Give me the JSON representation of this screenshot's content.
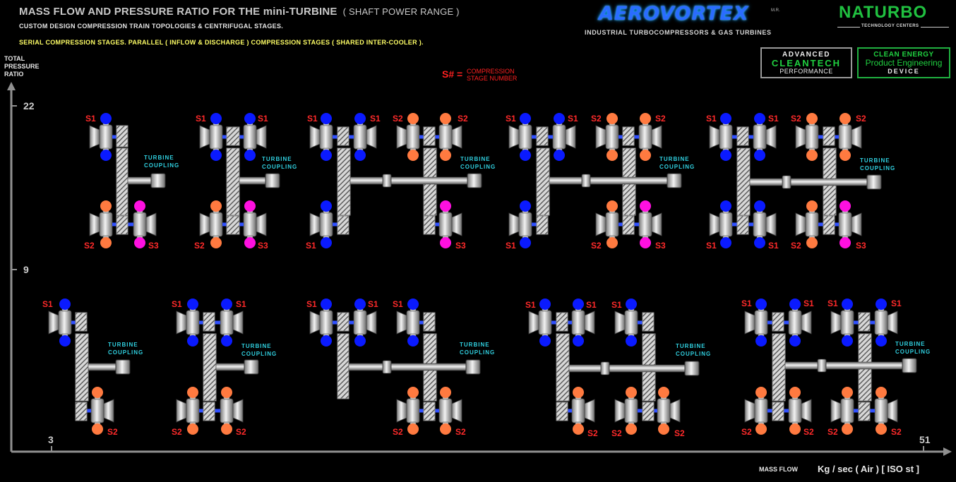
{
  "header": {
    "title": "MASS FLOW AND PRESSURE RATIO FOR THE mini-TURBINE",
    "title_sub": "( SHAFT POWER RANGE )",
    "line1": "CUSTOM DESIGN COMPRESSION TRAIN TOPOLOGIES  &  CENTRIFUGAL STAGES.",
    "line2": "SERIAL COMPRESSION STAGES.   PARALLEL ( INFLOW  &  DISCHARGE ) COMPRESSION STAGES ( SHARED  INTER-COOLER )."
  },
  "brand": {
    "name": "AEROVORTEX",
    "tm": "M.R.",
    "subtitle": "INDUSTRIAL   TURBOCOMPRESSORS   &   GAS TURBINES"
  },
  "naturbo": {
    "name": "NATURBO",
    "subtitle": "TECHNOLOGY CENTERS"
  },
  "badges": [
    {
      "line1": "ADVANCED",
      "line2": "CLEANTECH",
      "line3": "PERFORMANCE"
    },
    {
      "line1": "CLEAN ENERGY",
      "line2": "Product Engineering",
      "line3": "DEVICE"
    }
  ],
  "legend": {
    "symbol": "S# =",
    "text1": "COMPRESSION",
    "text2": "STAGE  NUMBER"
  },
  "axes": {
    "y_label": [
      "TOTAL",
      "PRESSURE",
      "RATIO"
    ],
    "y_ticks": [
      "22",
      "9"
    ],
    "x_ticks": [
      "3",
      "51"
    ],
    "x_label": "MASS FLOW",
    "x_units": "Kg / sec  ( Air )   [ ISO st ]"
  },
  "diagram": {
    "coupling_line1": "TURBINE",
    "coupling_line2": "COUPLING",
    "stage_labels": [
      "S1",
      "S2",
      "S3"
    ],
    "colors": {
      "s1": "#0a1aff",
      "s2": "#ff7a40",
      "s3": "#ff10e0",
      "label": "#ff2a2a",
      "coupling": "#30d0e0"
    }
  }
}
